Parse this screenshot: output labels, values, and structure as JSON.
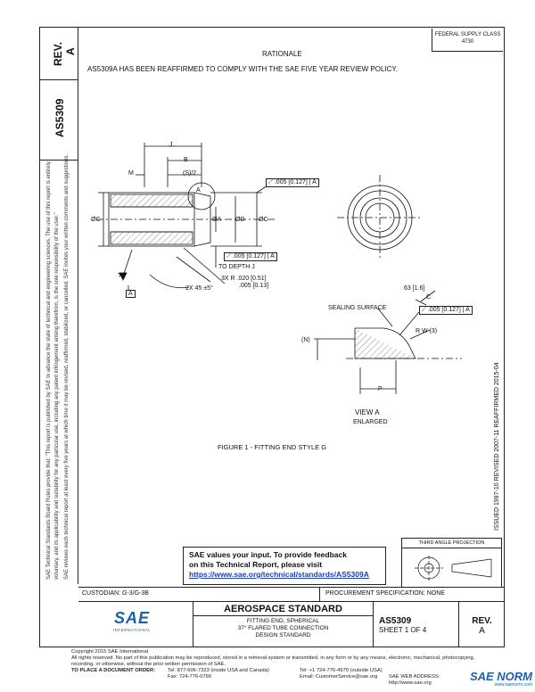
{
  "header": {
    "federal_class_line1": "FEDERAL SUPPLY CLASS",
    "federal_class_line2": "4730",
    "rationale_title": "RATIONALE",
    "rationale_text": "AS5309A HAS BEEN REAFFIRMED TO COMPLY WITH THE SAE FIVE YEAR REVIEW POLICY."
  },
  "side": {
    "rev_label": "REV.",
    "rev_value": "A",
    "standard_id": "AS5309",
    "disclaimer_line1": "SAE Technical Standards Board Rules provide that: \"This report is published by SAE to advance the state of technical and engineering sciences. The use of this report is entirely",
    "disclaimer_line2": "voluntary, and its applicability and suitability for any particular use, including any patent infringement arising therefrom, is the sole responsibility of the user.\"",
    "disclaimer_line3": "SAE reviews each technical report at least every five years at which time it may be revised, reaffirmed, stabilized, or cancelled. SAE invites your written comments and suggestions."
  },
  "right_vertical": "ISSUED 1997-10    REVISED 2007-11    REAFFIRMED 2015-04",
  "drawing": {
    "dim_J": "J",
    "dim_B": "B",
    "dim_M": "M",
    "dim_S": "(S)/2",
    "dim_A": "A",
    "dim_C": "ØC",
    "dim_phiA": "ØA",
    "dim_phiD": "ØD",
    "dim_phiC2": "ØC",
    "fcf1_tol": ".005 [0.127]",
    "fcf1_datum": "A",
    "fcf2_tol": ".005 [0.127]",
    "fcf2_datum": "A",
    "to_depth": "TO DEPTH J",
    "radius_note_line1": "3X R .020 [0.51]",
    "radius_note_line2": ".005 [0.13]",
    "chamfer_note": "2X 45 ±5°",
    "datum_T": "T",
    "datum_A_box": "A",
    "surface_finish": "63 [1.6]",
    "sealing_surface": "SEALING SURFACE",
    "dim_C_leader": "C",
    "fcf3_tol": ".005 [0.127]",
    "fcf3_datum": "A",
    "dim_N": "(N)",
    "radius_RW": "R W (3)",
    "dim_P": "P",
    "view_label": "VIEW A",
    "view_sub": "ENLARGED",
    "figure_caption": "FIGURE 1 - FITTING END STYLE G"
  },
  "feedback": {
    "line1": "SAE values your input. To provide feedback",
    "line2": "on this Technical Report, please visit",
    "link": "https://www.sae.org/technical/standards/AS5309A"
  },
  "third_angle": {
    "label": "THIRD ANGLE PROJECTION"
  },
  "title_block": {
    "custodian": "CUSTODIAN: G-3/G-3B",
    "procurement": "PROCUREMENT SPECIFICATION: NONE",
    "logo_text": "SAE",
    "logo_sub": "INTERNATIONAL",
    "heading": "AEROSPACE STANDARD",
    "title_line1": "FITTING END, SPHERICAL",
    "title_line2": "37° FLARED TUBE CONNECTION",
    "title_line3": "DESIGN STANDARD",
    "doc_number": "AS5309",
    "sheet": "SHEET 1 OF 4",
    "rev_label": "REV.",
    "rev_value": "A"
  },
  "footer": {
    "line1": "Copyright 2015 SAE International",
    "line2": "All rights reserved. No part of this publication may be reproduced, stored in a retrieval system or transmitted, in any form or by any means, electronic, mechanical, photocopying,",
    "line3": "recording, or otherwise, without the prior written permission of SAE.",
    "order_label": "TO PLACE A DOCUMENT ORDER:",
    "tel1": "Tel: 877-606-7323 (inside USA and Canada)",
    "fax": "Fax: 724-776-0790",
    "tel2": "Tel: +1 724-776-4970 (outside USA)",
    "email": "Email: CustomerService@sae.org",
    "web": "SAE WEB ADDRESS: http://www.sae.org"
  },
  "corner_logo": {
    "text": "SAE NORM",
    "sub": "www.saenorm.com"
  }
}
